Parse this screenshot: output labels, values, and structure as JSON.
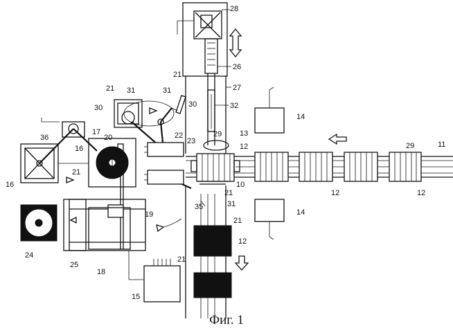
{
  "caption": "Фиг. 1",
  "labels": {
    "n28": "28",
    "n26": "26",
    "n27": "27",
    "n32": "32",
    "n21a": "21",
    "n31a": "31",
    "n21b": "21",
    "n31b": "31",
    "n30a": "30",
    "n30b": "30",
    "n36": "36",
    "n17": "17",
    "n20": "20",
    "n22": "22",
    "n23": "23",
    "n29a": "29",
    "n13": "13",
    "n12a": "12",
    "n14a": "14",
    "n16a": "16",
    "n16b": "16",
    "n21c": "21",
    "n10": "10",
    "n21d": "21",
    "n31c": "31",
    "n35": "35",
    "n19": "19",
    "n21e": "21",
    "n12b": "12",
    "n21f": "21",
    "n24": "24",
    "n25": "25",
    "n18": "18",
    "n15": "15",
    "n14b": "14",
    "n29b": "29",
    "n11": "11",
    "n12c": "12",
    "n12d": "12"
  }
}
